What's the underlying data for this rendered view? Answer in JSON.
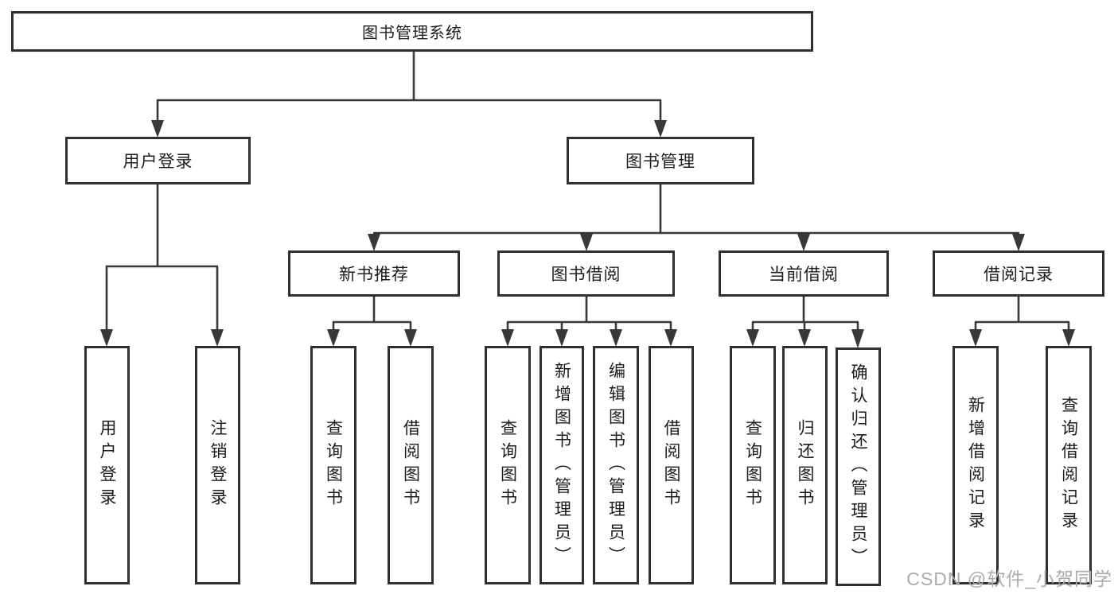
{
  "tree": {
    "root": {
      "label": "图书管理系统"
    },
    "branches": [
      {
        "label": "用户登录",
        "children": [
          {
            "label": "用户登录"
          },
          {
            "label": "注销登录"
          }
        ]
      },
      {
        "label": "图书管理",
        "children": [
          {
            "label": "新书推荐",
            "children": [
              {
                "label": "查询图书"
              },
              {
                "label": "借阅图书"
              }
            ]
          },
          {
            "label": "图书借阅",
            "children": [
              {
                "label": "查询图书"
              },
              {
                "label": "新增图书（管理员）"
              },
              {
                "label": "编辑图书（管理员）"
              },
              {
                "label": "借阅图书"
              }
            ]
          },
          {
            "label": "当前借阅",
            "children": [
              {
                "label": "查询图书"
              },
              {
                "label": "归还图书"
              },
              {
                "label": "确认归还（管理员）"
              }
            ]
          },
          {
            "label": "借阅记录",
            "children": [
              {
                "label": "新增借阅记录"
              },
              {
                "label": "查询借阅记录"
              }
            ]
          }
        ]
      }
    ]
  },
  "watermark": {
    "text": "CSDN @软件_小贺同学",
    "color": "#ababab"
  },
  "colors": {
    "line": "#383838",
    "box_border": "#2f2f2f",
    "text": "#1c1c1c",
    "background": "#ffffff"
  }
}
